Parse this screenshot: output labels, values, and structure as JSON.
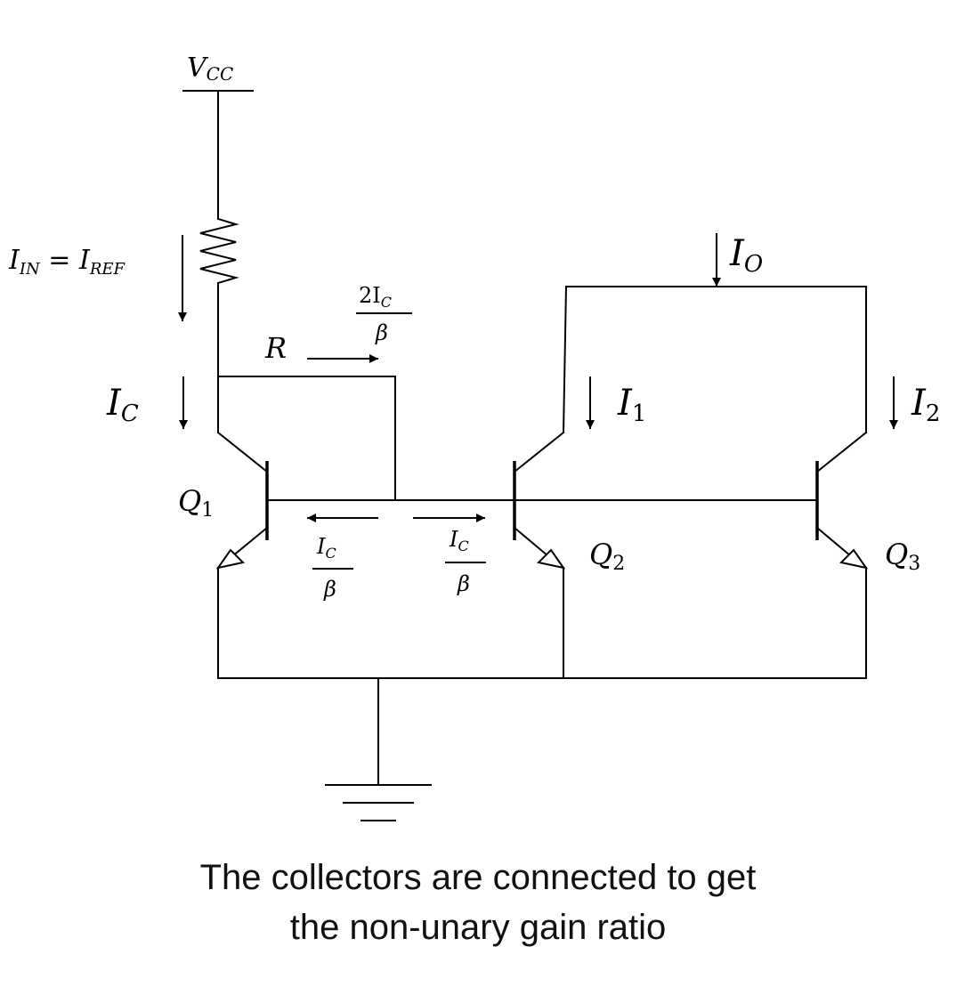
{
  "labels": {
    "vcc": {
      "main": "V",
      "sub": "CC"
    },
    "iin": {
      "a": "I",
      "a_sub": "IN",
      "eq": " = ",
      "b": "I",
      "b_sub": "REF"
    },
    "r": "R",
    "ic": {
      "main": "I",
      "sub": "C"
    },
    "two_ic_beta": {
      "num": "2I",
      "num_sub": "C",
      "den": "β"
    },
    "ic_beta_left": {
      "num": "I",
      "num_sub": "C",
      "den": "β"
    },
    "ic_beta_right": {
      "num": "I",
      "num_sub": "C",
      "den": "β"
    },
    "io": {
      "main": "I",
      "sub": "O"
    },
    "i1": {
      "main": "I",
      "sub": "1"
    },
    "i2": {
      "main": "I",
      "sub": "2"
    },
    "q1": {
      "main": "Q",
      "sub": "1"
    },
    "q2": {
      "main": "Q",
      "sub": "2"
    },
    "q3": {
      "main": "Q",
      "sub": "3"
    }
  },
  "caption": {
    "line1": "The collectors are connected to get",
    "line2": "the non-unary gain ratio"
  }
}
